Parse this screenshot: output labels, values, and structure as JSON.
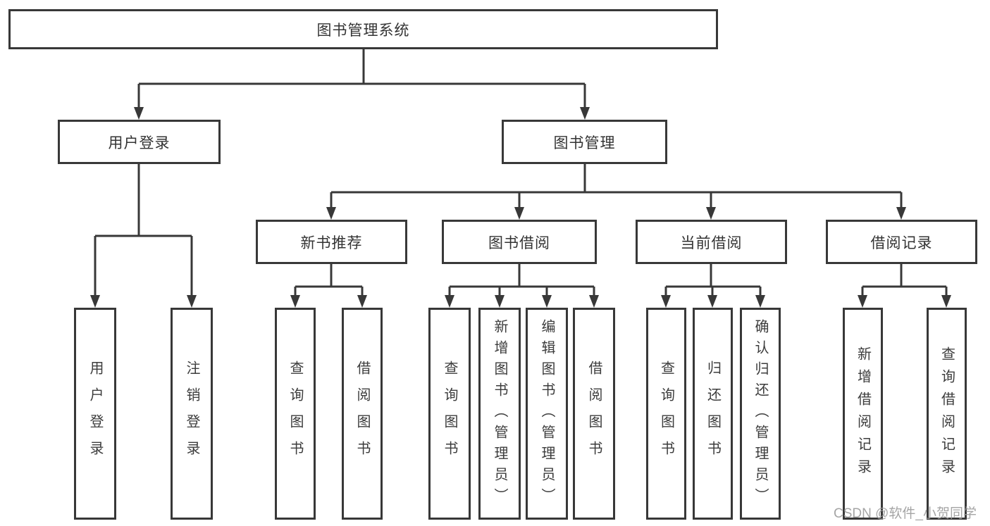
{
  "diagram": {
    "title": "图书管理系统",
    "branches": [
      {
        "label": "用户登录",
        "children": [
          {
            "label": "用户登录"
          },
          {
            "label": "注销登录"
          }
        ]
      },
      {
        "label": "图书管理",
        "children": [
          {
            "label": "新书推荐",
            "children": [
              {
                "label": "查询图书"
              },
              {
                "label": "借阅图书"
              }
            ]
          },
          {
            "label": "图书借阅",
            "children": [
              {
                "label": "查询图书"
              },
              {
                "label": "新增图书（管理员）"
              },
              {
                "label": "编辑图书（管理员）"
              },
              {
                "label": "借阅图书"
              }
            ]
          },
          {
            "label": "当前借阅",
            "children": [
              {
                "label": "查询图书"
              },
              {
                "label": "归还图书"
              },
              {
                "label": "确认归还（管理员）"
              }
            ]
          },
          {
            "label": "借阅记录",
            "children": [
              {
                "label": "新增借阅记录"
              },
              {
                "label": "查询借阅记录"
              }
            ]
          }
        ]
      }
    ]
  },
  "watermark": "CSDN @软件_小贺同学",
  "colors": {
    "line": "#383838",
    "text": "#333333",
    "watermark": "#9b9b9b",
    "background": "#ffffff"
  }
}
